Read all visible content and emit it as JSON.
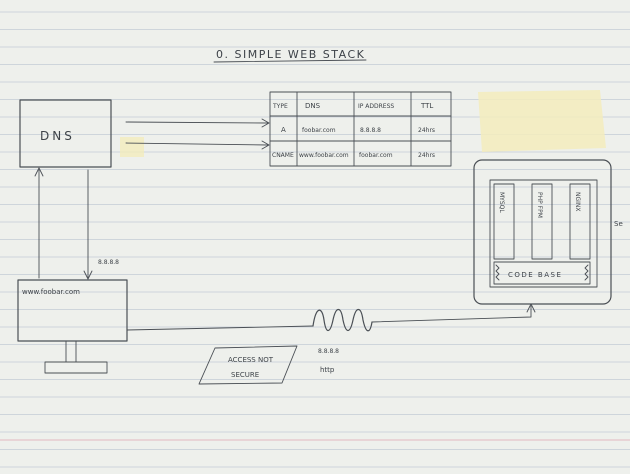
{
  "title": "0. SIMPLE WEB STACK",
  "dns_label": "DNS",
  "record_table": {
    "headers": [
      "TYPE",
      "DNS",
      "IP ADDRESS",
      "TTL"
    ],
    "rows": [
      [
        "A",
        "foobar.com",
        "8.8.8.8",
        "24hrs"
      ],
      [
        "CNAME",
        "www.foobar.com",
        "foobar.com",
        "24hrs"
      ]
    ]
  },
  "dns_ip": "8.8.8.8",
  "client_label": "www.foobar.com",
  "connection_ip": "8.8.8.8",
  "connection_protocol": "http",
  "warning_label": [
    "ACCESS NOT",
    "SECURE"
  ],
  "server": {
    "side_label": "Se",
    "columns": [
      "MYSQL",
      "PHP FPM",
      "NGINX"
    ],
    "base_label": "CODE BASE"
  },
  "colors": {
    "paper": "#eef0ec",
    "rule_line": "#c3ccd6",
    "margin_line": "#e3b9bf",
    "ink": "#4a4f55",
    "tape": "#f3ecbd"
  }
}
